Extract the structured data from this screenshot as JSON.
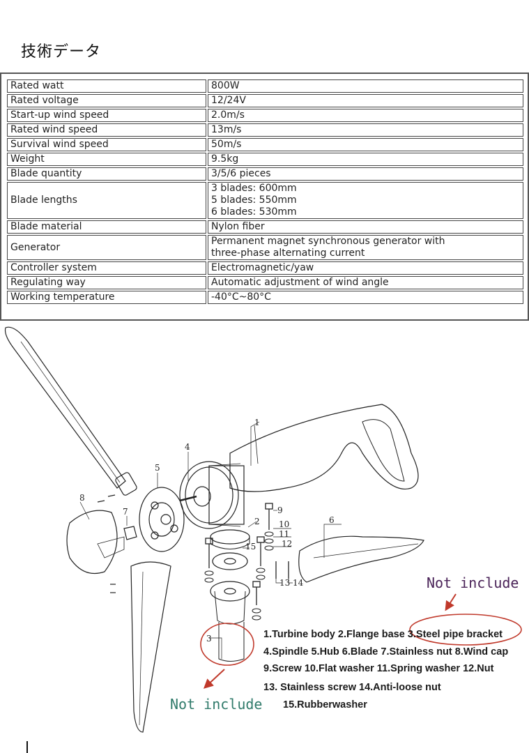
{
  "title": "技術データ",
  "specs": [
    {
      "key": "Rated watt",
      "value": "800W"
    },
    {
      "key": "Rated voltage",
      "value": "12/24V"
    },
    {
      "key": "Start-up wind speed",
      "value": "2.0m/s"
    },
    {
      "key": "Rated wind speed",
      "value": "13m/s"
    },
    {
      "key": "Survival wind speed",
      "value": "50m/s"
    },
    {
      "key": "Weight",
      "value": "9.5kg"
    },
    {
      "key": "Blade quantity",
      "value": "3/5/6 pieces"
    },
    {
      "key": "Blade lengths",
      "value_lines": [
        "3 blades: 600mm",
        "5 blades: 550mm",
        "6 blades: 530mm"
      ]
    },
    {
      "key": "Blade material",
      "value": "Nylon fiber"
    },
    {
      "key": "Generator",
      "value_lines": [
        "Permanent magnet synchronous generator with",
        "three-phase alternating current"
      ]
    },
    {
      "key": "Controller system",
      "value": "Electromagnetic/yaw"
    },
    {
      "key": "Regulating way",
      "value": "Automatic adjustment of wind angle"
    },
    {
      "key": "Working temperature",
      "value": "-40°C~80°C"
    }
  ],
  "diagram": {
    "part_numbers": [
      "1",
      "2",
      "3",
      "4",
      "5",
      "6",
      "7",
      "8",
      "9",
      "10",
      "11",
      "12",
      "13",
      "14",
      "15"
    ],
    "legend_lines": [
      "1.Turbine body  2.Flange base 3.Steel pipe bracket",
      "4.Spindle  5.Hub  6.Blade 7.Stainless nut 8.Wind cap",
      "9.Screw  10.Flat washer  11.Spring washer  12.Nut",
      "13.  Stainless screw 14.Anti-loose nut",
      "15.Rubberwasher"
    ],
    "not_include_label": "Not include",
    "colors": {
      "not_include_right": "#4a2358",
      "not_include_bottom": "#2f7a6a",
      "circle": "#c0392b",
      "arrow": "#c0392b"
    }
  }
}
